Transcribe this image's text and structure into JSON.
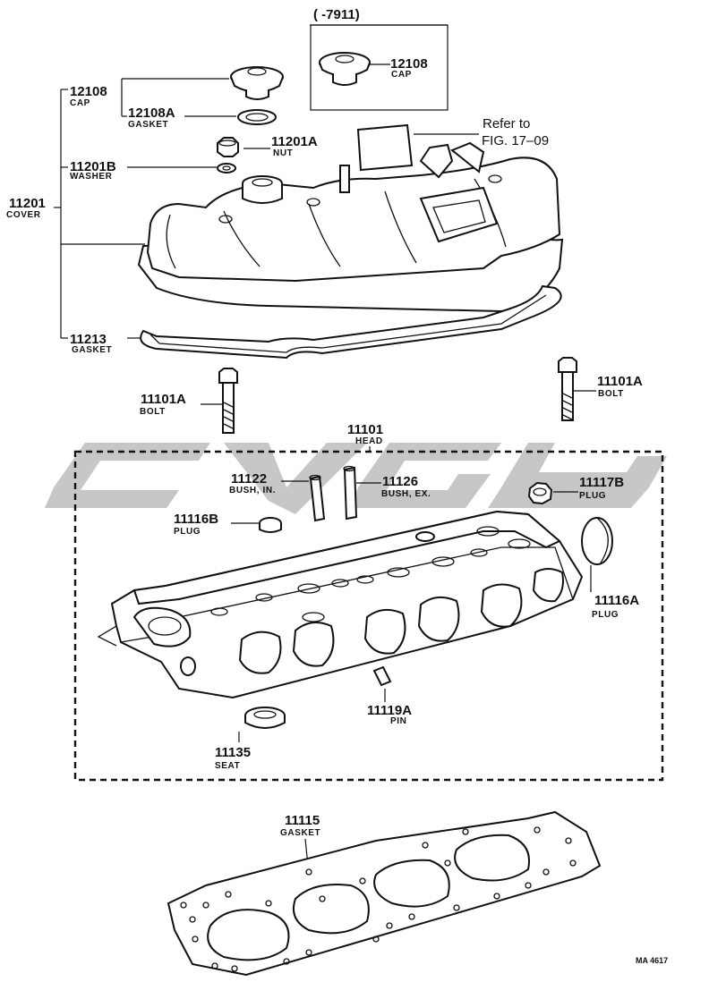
{
  "header": {
    "range": "(        -7911)"
  },
  "reference": {
    "line1": "Refer to",
    "line2": "FIG. 17–09"
  },
  "watermark": {
    "color": "#bdbdbd"
  },
  "footer": {
    "code": "MA 4617"
  },
  "labels": {
    "cap_inset": {
      "num": "12108",
      "name": "CAP"
    },
    "cap": {
      "num": "12108",
      "name": "CAP"
    },
    "gasket_cap": {
      "num": "12108A",
      "name": "GASKET"
    },
    "nut": {
      "num": "11201A",
      "name": "NUT"
    },
    "washer": {
      "num": "11201B",
      "name": "WASHER"
    },
    "cover": {
      "num": "11201",
      "name": "COVER"
    },
    "gasket_cover": {
      "num": "11213",
      "name": "GASKET"
    },
    "bolt_left": {
      "num": "11101A",
      "name": "BOLT"
    },
    "bolt_right": {
      "num": "11101A",
      "name": "BOLT"
    },
    "head": {
      "num": "11101",
      "name": "HEAD"
    },
    "bush_in": {
      "num": "11122",
      "name": "BUSH, IN."
    },
    "bush_ex": {
      "num": "11126",
      "name": "BUSH, EX."
    },
    "plug_b": {
      "num": "11117B",
      "name": "PLUG"
    },
    "plug_116b": {
      "num": "11116B",
      "name": "PLUG"
    },
    "plug_116a": {
      "num": "11116A",
      "name": "PLUG"
    },
    "pin": {
      "num": "11119A",
      "name": "PIN"
    },
    "seat": {
      "num": "11135",
      "name": "SEAT"
    },
    "head_gasket": {
      "num": "11115",
      "name": "GASKET"
    }
  }
}
